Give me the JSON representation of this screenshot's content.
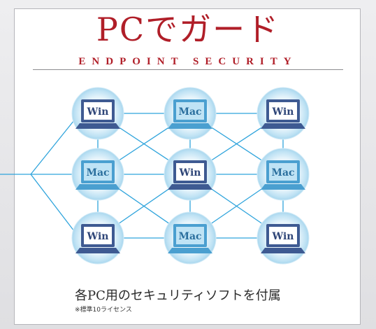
{
  "title": "PCでガード",
  "subtitle": "ENDPOINT SECURITY",
  "caption": "各PC用のセキュリティソフトを付属",
  "note": "※標準10ライセンス",
  "colors": {
    "accent": "#b01e28",
    "link": "#2fa4dc",
    "win_body": "#3e5a92",
    "mac_body": "#4a9fd0",
    "win_screen": "#ffffff",
    "mac_screen": "#bfe3f5",
    "glow": "#cfe9f7"
  },
  "nodes": [
    {
      "id": "r1c1",
      "label": "Win",
      "os": "win"
    },
    {
      "id": "r1c2",
      "label": "Mac",
      "os": "mac"
    },
    {
      "id": "r1c3",
      "label": "Win",
      "os": "win"
    },
    {
      "id": "r2c1",
      "label": "Mac",
      "os": "mac"
    },
    {
      "id": "r2c2",
      "label": "Win",
      "os": "win"
    },
    {
      "id": "r2c3",
      "label": "Mac",
      "os": "mac"
    },
    {
      "id": "r3c1",
      "label": "Win",
      "os": "win"
    },
    {
      "id": "r3c2",
      "label": "Mac",
      "os": "mac"
    },
    {
      "id": "r3c3",
      "label": "Win",
      "os": "win"
    }
  ],
  "edges": [
    [
      "r1c1",
      "r1c2"
    ],
    [
      "r1c2",
      "r1c3"
    ],
    [
      "r2c1",
      "r2c2"
    ],
    [
      "r2c2",
      "r2c3"
    ],
    [
      "r3c1",
      "r3c2"
    ],
    [
      "r3c2",
      "r3c3"
    ],
    [
      "r1c1",
      "r2c1"
    ],
    [
      "r2c1",
      "r3c1"
    ],
    [
      "r1c2",
      "r2c2"
    ],
    [
      "r2c2",
      "r3c2"
    ],
    [
      "r1c3",
      "r2c3"
    ],
    [
      "r2c3",
      "r3c3"
    ],
    [
      "r1c1",
      "r2c2"
    ],
    [
      "r2c1",
      "r1c2"
    ],
    [
      "r1c2",
      "r2c3"
    ],
    [
      "r2c2",
      "r1c3"
    ],
    [
      "r2c1",
      "r3c2"
    ],
    [
      "r3c1",
      "r2c2"
    ],
    [
      "r2c2",
      "r3c3"
    ],
    [
      "r3c2",
      "r2c3"
    ]
  ]
}
